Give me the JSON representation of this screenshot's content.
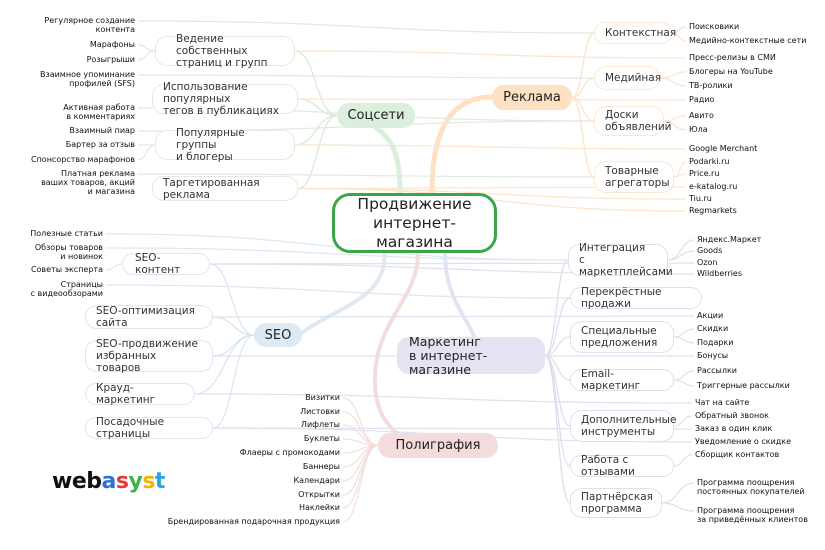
{
  "center": {
    "line1": "Продвижение",
    "line2": "интернет-магазина",
    "color": "#39a64a"
  },
  "logo": {
    "parts": [
      "web",
      "a",
      "s",
      "y",
      "s",
      "t"
    ],
    "colors": [
      "#111111",
      "#2f6fd6",
      "#e23b3b",
      "#40b14a",
      "#f2b400",
      "#29a6e0"
    ]
  },
  "branches": {
    "socials": {
      "label": "Соцсети",
      "color": "#dcefdc"
    },
    "ads": {
      "label": "Реклама",
      "color": "#fde1c2"
    },
    "seo": {
      "label": "SEO",
      "color": "#dde9f3"
    },
    "marketing": {
      "label1": "Маркетинг",
      "label2": "в интернет-магазине",
      "color": "#e3e3f2"
    },
    "print": {
      "label": "Полиграфия",
      "color": "#f5dcdc"
    }
  },
  "socials": {
    "nodes": [
      {
        "label1": "Ведение собственных",
        "label2": "страниц и групп",
        "leaves": [
          [
            "Регулярное создание",
            "контента"
          ],
          [
            "Марафоны"
          ],
          [
            "Розыгрыши"
          ],
          [
            "Взаимное упоминание",
            "профилей (SFS)"
          ]
        ]
      },
      {
        "label1": "Использование популярных",
        "label2": "тегов в публикациях",
        "leaves": []
      },
      {
        "label1": "Популярные группы",
        "label2": "и блогеры",
        "leaves": [
          [
            "Активная работа",
            "в комментариях"
          ],
          [
            "Взаимный пиар"
          ],
          [
            "Бартер за отзыв"
          ],
          [
            "Спонсорство марафонов"
          ],
          [
            "Платная реклама",
            "ваших товаров, акций",
            "и магазина"
          ]
        ]
      },
      {
        "label1": "Таргетированная реклама",
        "label2": "",
        "leaves": []
      }
    ]
  },
  "ads": {
    "nodes": [
      {
        "label1": "Контекстная",
        "label2": "",
        "leaves": [
          "Поисковики",
          "Медийно-контекстные сети"
        ]
      },
      {
        "label1": "Медийная",
        "label2": "",
        "leaves": [
          "Пресс-релизы в СМИ",
          "Блогеры на YouTube",
          "ТВ-ролики",
          "Радио"
        ]
      },
      {
        "label1": "Доски",
        "label2": "объявлений",
        "leaves": [
          "Авито",
          "Юла"
        ]
      },
      {
        "label1": "Товарные",
        "label2": "агрегаторы",
        "leaves": [
          "Google Merchant",
          "Podarki.ru",
          "Price.ru",
          "e-katalog.ru",
          "Tiu.ru",
          "Regmarkets"
        ]
      }
    ]
  },
  "seo": {
    "nodes": [
      {
        "label1": "SEO-контент",
        "label2": "",
        "leaves": [
          [
            "Полезные статьи"
          ],
          [
            "Обзоры товаров",
            "и новинок"
          ],
          [
            "Советы эксперта"
          ],
          [
            "Страницы",
            "с видеообзорами"
          ]
        ]
      },
      {
        "label1": "SEO-оптимизация сайта",
        "label2": ""
      },
      {
        "label1": "SEO-продвижение",
        "label2": "избранных товаров"
      },
      {
        "label1": "Крауд-маркетинг",
        "label2": ""
      },
      {
        "label1": "Посадочные страницы",
        "label2": ""
      }
    ]
  },
  "marketing": {
    "nodes": [
      {
        "label1": "Интеграция",
        "label2": "с маркетплейсами",
        "leaves": [
          [
            "Яндекс.Маркет"
          ],
          [
            "Goods"
          ],
          [
            "Ozon"
          ],
          [
            "Wildberries"
          ]
        ]
      },
      {
        "label1": "Перекрёстные продажи",
        "label2": "",
        "leaves": []
      },
      {
        "label1": "Специальные",
        "label2": "предложения",
        "leaves": [
          [
            "Акции"
          ],
          [
            "Скидки"
          ],
          [
            "Подарки"
          ],
          [
            "Бонусы"
          ]
        ]
      },
      {
        "label1": "Email-маркетинг",
        "label2": "",
        "leaves": [
          [
            "Рассылки"
          ],
          [
            "Триггерные рассылки"
          ]
        ]
      },
      {
        "label1": "Дополнительные",
        "label2": "инструменты",
        "leaves": [
          [
            "Чат на сайте"
          ],
          [
            "Обратный звонок"
          ],
          [
            "Заказ в один клик"
          ],
          [
            "Уведомление о скидке"
          ],
          [
            "Сборщик контактов"
          ]
        ]
      },
      {
        "label1": "Работа с отзывами",
        "label2": "",
        "leaves": []
      },
      {
        "label1": "Партнёрская",
        "label2": "программа",
        "leaves": [
          [
            "Программа поощрения",
            "постоянных покупателей"
          ],
          [
            "Программа поощрения",
            "за приведённых клиентов"
          ]
        ]
      }
    ]
  },
  "print": {
    "leaves": [
      "Визитки",
      "Листовки",
      "Лифлеты",
      "Буклеты",
      "Флаеры с промокодами",
      "Баннеры",
      "Календари",
      "Открытки",
      "Наклейки",
      "Брендированная подарочная продукция"
    ]
  }
}
